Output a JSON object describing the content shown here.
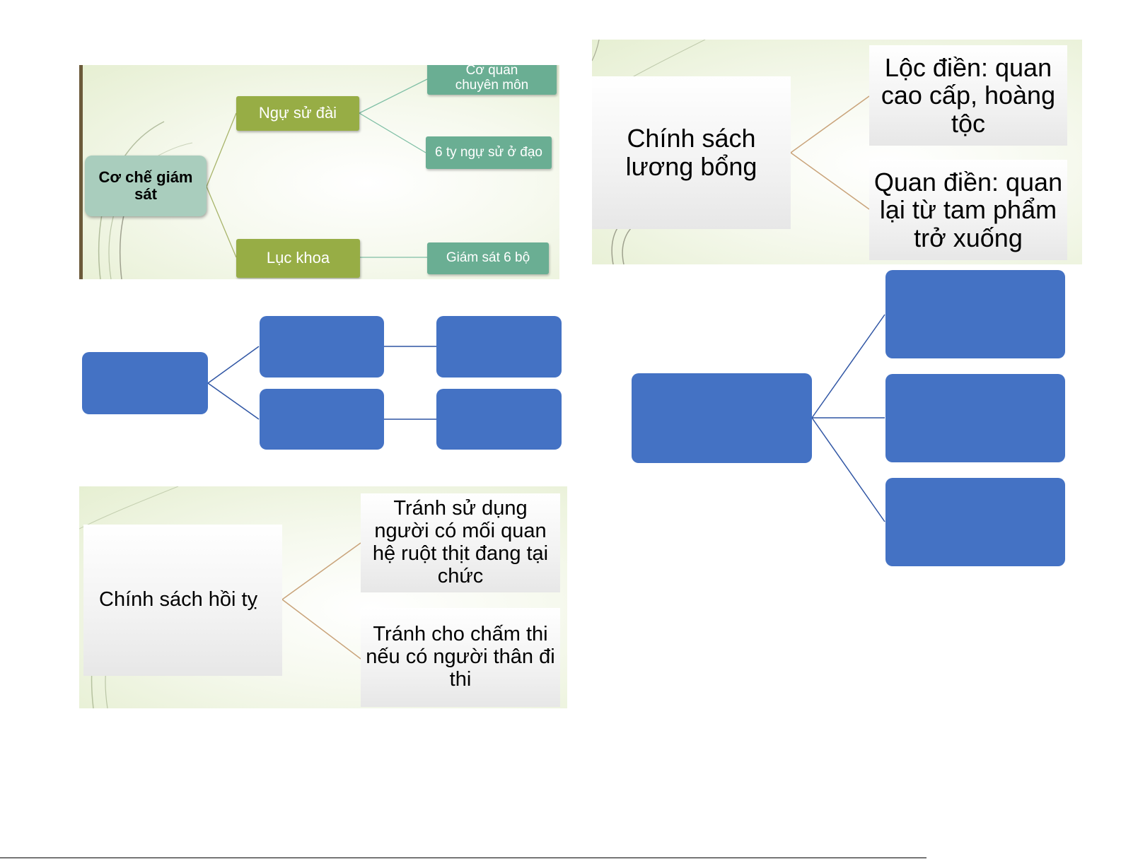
{
  "diagram1": {
    "root": "Cơ chế giám sát",
    "branch1": "Ngự sử đài",
    "branch1_child1": "Cơ quan chuyên môn",
    "branch1_child2": "6 ty ngự sử ở đạo",
    "branch2": "Lục khoa",
    "branch2_child1": "Giám sát 6 bộ"
  },
  "diagram2": {
    "root": "Chính sách lương bổng",
    "child1": "Lộc điền: quan cao cấp, hoàng tộc",
    "child2": "Quan điền: quan lại từ tam phẩm trở xuống"
  },
  "diagram3": {
    "root": "Chính sách hồi tỵ",
    "child1": "Tránh sử dụng người có mối quan hệ ruột thịt đang tại chức",
    "child2": "Tránh cho chấm thi nếu có người thân đi thi"
  },
  "colors": {
    "blue_box": "#4472c4",
    "olive_box": "#97ad45",
    "teal_box": "#6aae93",
    "root_box": "#a9cdbd"
  }
}
